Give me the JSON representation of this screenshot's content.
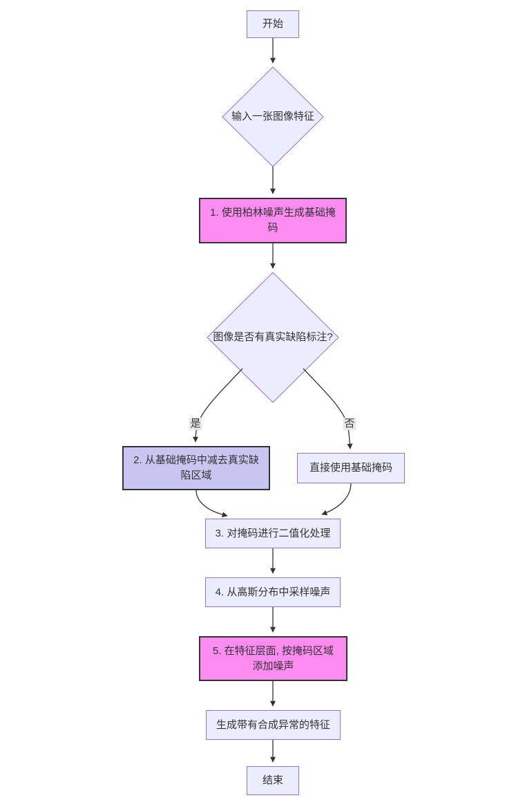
{
  "diagram": {
    "colors": {
      "background": "#FFFFFF",
      "edge_color": "#333333",
      "text_color": "#333333",
      "node_fill": "#ECECFF",
      "node_stroke": "#9370DB",
      "pink_fill": "#FC8CF0",
      "pink_stroke": "#333333",
      "violet_fill": "#C8C6F0",
      "violet_stroke": "#333333",
      "label_bg": "#E8E8E8"
    },
    "nodes": {
      "start": {
        "label": "开始"
      },
      "input": {
        "label": "输入一张图像特征"
      },
      "step1": {
        "label": "1. 使用柏林噪声生成基础掩\n码"
      },
      "decision": {
        "label": "图像是否有真实缺陷标注?"
      },
      "step2": {
        "label": "2. 从基础掩码中减去真实缺\n陷区域"
      },
      "use_base": {
        "label": "直接使用基础掩码"
      },
      "step3": {
        "label": "3. 对掩码进行二值化处理"
      },
      "step4": {
        "label": "4. 从高斯分布中采样噪声"
      },
      "step5": {
        "label": "5. 在特征层面, 按掩码区域\n添加噪声"
      },
      "output": {
        "label": "生成带有合成异常的特征"
      },
      "end": {
        "label": "结束"
      }
    },
    "edge_labels": {
      "yes": "是",
      "no": "否"
    }
  }
}
